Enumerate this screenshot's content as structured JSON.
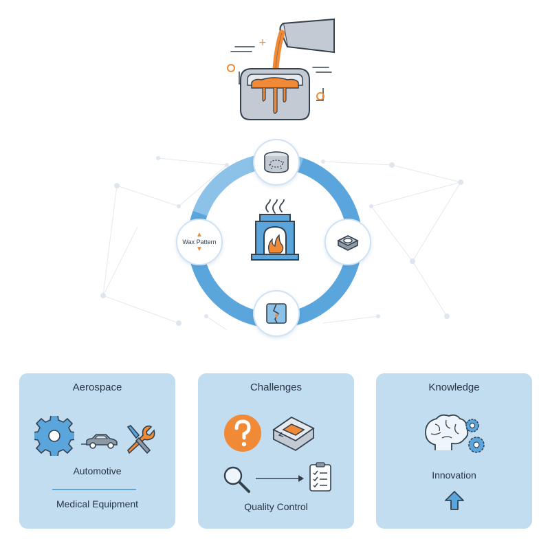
{
  "cycle": {
    "center": {
      "icon": "furnace-fire-icon"
    },
    "nodes": [
      {
        "position": "top",
        "icon": "ceramic-mold-icon"
      },
      {
        "position": "right",
        "icon": "hex-nut-part-icon"
      },
      {
        "position": "bottom",
        "icon": "cracked-shell-icon"
      },
      {
        "position": "left",
        "label": "Wax Pattern",
        "icon": "up-down-arrows-icon"
      }
    ]
  },
  "hero": {
    "icon": "molten-metal-pour-icon"
  },
  "cards": [
    {
      "title": "Aerospace",
      "icons": [
        "gear-icon",
        "car-icon",
        "wrench-screwdriver-icon"
      ],
      "labels": [
        "Automotive",
        "Medical Equipment"
      ]
    },
    {
      "title": "Challenges",
      "icons": [
        "question-icon",
        "mold-defect-icon",
        "magnifier-icon",
        "arrow-right-icon",
        "checklist-icon"
      ],
      "labels": [
        "Quality Control"
      ]
    },
    {
      "title": "Knowledge",
      "icons": [
        "brain-gears-icon",
        "arrow-up-icon"
      ],
      "labels": [
        "Innovation"
      ]
    }
  ],
  "colors": {
    "ring_blue": "#5aa5dc",
    "accent_orange": "#f08a37",
    "card_bg": "#c2dcf0",
    "steel_gray": "#c3cad4",
    "outline": "#33404d"
  }
}
